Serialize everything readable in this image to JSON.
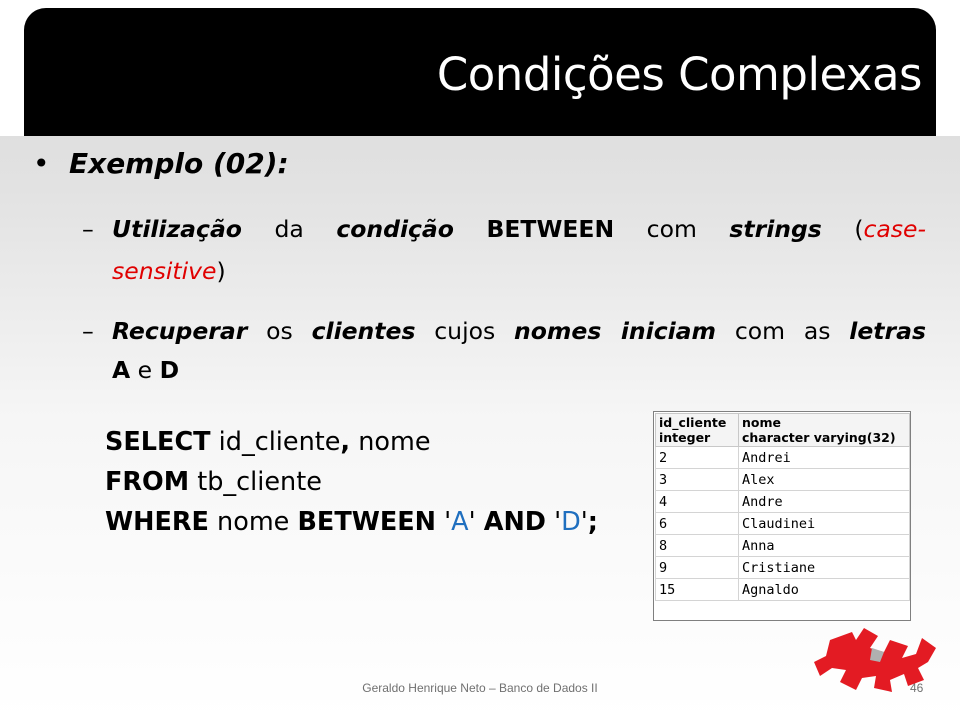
{
  "slide": {
    "title": "Condições Complexas",
    "bullet": "Exemplo (02):",
    "sub1": {
      "w1": "Utilização",
      "w2": "da",
      "w3": "condição",
      "w4": "BETWEEN",
      "w5": "com",
      "w6": "strings",
      "w7": "(",
      "w8": "case-",
      "w9": "sensitive",
      "w10": ")"
    },
    "sub2": {
      "w1": "Recuperar",
      "w2": "os",
      "w3": "clientes",
      "w4": "cujos",
      "w5": "nomes iniciam",
      "w6": "com as",
      "w7": "letras",
      "w8": "A",
      "w9": "e",
      "w10": "D"
    },
    "sql": {
      "k1": "SELECT",
      "t1": " id_cliente",
      "k2": ",",
      "t2": " nome",
      "k3": "FROM",
      "t3": " tb_cliente",
      "k4": "WHERE",
      "t4": " nome ",
      "k5": "BETWEEN",
      "t5": " '",
      "v1": "A",
      "t6": "' ",
      "k6": "AND",
      "t7": " '",
      "v2": "D",
      "t8": "'",
      "k7": ";"
    },
    "footer": "Geraldo Henrique Neto – Banco de Dados II",
    "page_number": "46"
  },
  "result": {
    "headers": [
      {
        "name": "id_cliente",
        "type": "integer"
      },
      {
        "name": "nome",
        "type": "character varying(32)"
      }
    ],
    "rows": [
      [
        "2",
        "Andrei"
      ],
      [
        "3",
        "Alex"
      ],
      [
        "4",
        "Andre"
      ],
      [
        "6",
        "Claudinei"
      ],
      [
        "8",
        "Anna"
      ],
      [
        "9",
        "Cristiane"
      ],
      [
        "15",
        "Agnaldo"
      ]
    ]
  },
  "colors": {
    "title_bar": "#000000",
    "accent_red": "#e00000",
    "accent_blue": "#1f6fbf",
    "logo_red": "#e31b23"
  },
  "icons": {
    "bullet": "bullet-dot-icon",
    "logo": "puzzle-piece-logo-icon"
  }
}
